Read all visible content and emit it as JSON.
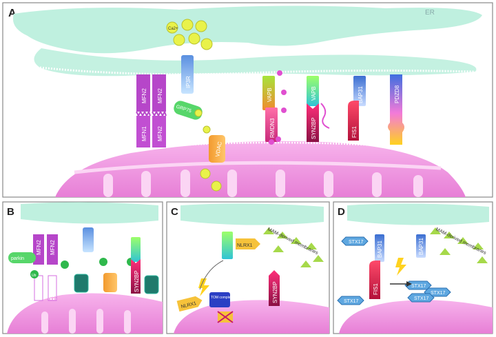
{
  "panels": {
    "A": {
      "letter": "A",
      "er_label": "ER",
      "ion": "Ca2+",
      "ion_sup": "2+",
      "ion_base": "Ca",
      "proteins": {
        "ip3r": "IP3R",
        "grp75": "GRP75",
        "vdac": "VDAC",
        "mfn2_er_1": "MFN2",
        "mfn2_er_2": "MFN2",
        "mfn1": "MFN1",
        "mfn2_mito": "MFN2",
        "vapb": "VAPB",
        "rmdn3": "RMDN3",
        "vapb2": "VAPB",
        "syn2bp": "SYN2BP",
        "bap31": "BAP31",
        "fis1": "FIS1",
        "pdzd8": "PDZD8"
      }
    },
    "B": {
      "letter": "B",
      "parkin": "parkin",
      "ub": "Ub",
      "mfn2_1": "MFN2",
      "mfn2_2": "MFN2",
      "syn2bp": "SYN2BP"
    },
    "C": {
      "letter": "C",
      "nlrx1_top": "NLRX1",
      "nlrx1_bottom": "NLRX1",
      "tom_complex": "TOM complex",
      "syn2bp": "SYN2BP",
      "lipids": "MAM-derived membranes"
    },
    "D": {
      "letter": "D",
      "stx17_1": "STX17",
      "stx17_2": "STX17",
      "stx17_3": "STX17",
      "stx17_4": "STX17",
      "stx17_5": "STX17",
      "bap31_1": "BAP31",
      "bap31_2": "BAP31",
      "fis1": "FIS1",
      "lipids": "MAM-derived membranes"
    }
  },
  "colors": {
    "er": "#bff0df",
    "mito": "#f4a6e8",
    "mito_inner": "#fbd5f4",
    "frame": "#888888",
    "mfn": "#b646c9"
  }
}
